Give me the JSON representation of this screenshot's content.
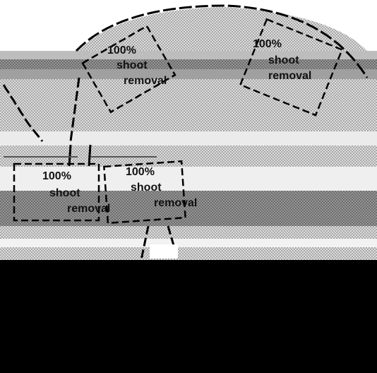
{
  "labels": {
    "top_left": {
      "line1": "100%",
      "line2": "shoot",
      "line3": "removal"
    },
    "top_right": {
      "line1": "100%",
      "line2": "shoot",
      "line3": "removal"
    },
    "mid_left": {
      "line1": "100%",
      "line2": "shoot",
      "line3": "removal"
    },
    "mid_right": {
      "line1": "100%",
      "line2": "shoot",
      "line3": "removal"
    }
  },
  "colors": {
    "stipple": "#d9d9d9",
    "band": "#8f8f8f",
    "band_dark": "#7a7a7a",
    "outline": "#000000",
    "background": "#000000"
  }
}
